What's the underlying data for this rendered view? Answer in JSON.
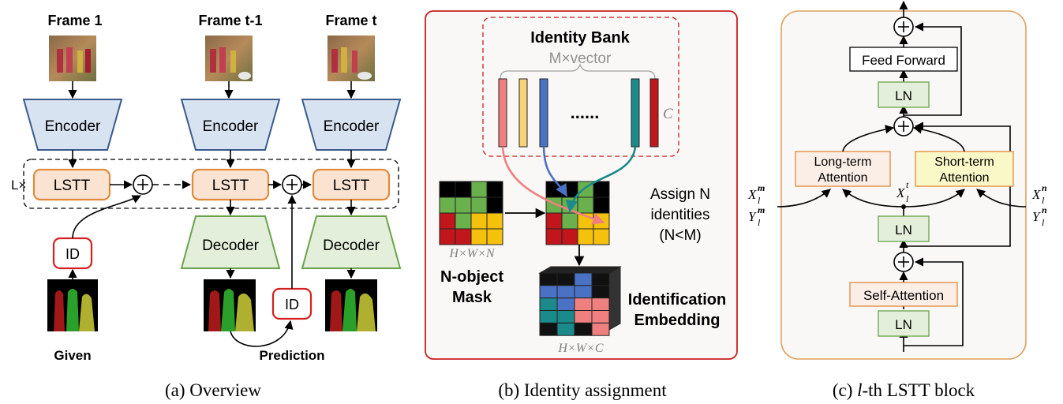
{
  "panel_a": {
    "frame_labels": [
      "Frame 1",
      "Frame t-1",
      "Frame t"
    ],
    "encoder_label": "Encoder",
    "decoder_label": "Decoder",
    "lstt_label": "LSTT",
    "layers_label": "L×",
    "id_label": "ID",
    "given_label": "Given",
    "prediction_label": "Prediction",
    "caption": "(a) Overview"
  },
  "panel_b": {
    "bank_title": "Identity Bank",
    "bank_size": "M×vector",
    "ellipsis": "......",
    "channel_symbol": "C",
    "assign_text": [
      "Assign N",
      "identities",
      "(N<M)"
    ],
    "mask_dims": "H×W×N",
    "mask_label": [
      "N-object",
      "Mask"
    ],
    "embedding_label": [
      "Identification",
      "Embedding"
    ],
    "embedding_dims": "H×W×C",
    "caption": "(b) Identity assignment",
    "vector_colors": [
      "#f08080",
      "#f7d27a",
      "#4a72c4",
      "#1a8a8a",
      "#c0161c"
    ]
  },
  "panel_c": {
    "feed_forward": "Feed Forward",
    "ln": "LN",
    "long_term": [
      "Long-term",
      "Attention"
    ],
    "short_term": [
      "Short-term",
      "Attention"
    ],
    "self_attention": "Self-Attention",
    "x_l_m": "X",
    "y_l_m": "Y",
    "x_l_n": "X",
    "y_l_n": "Y",
    "sub_l": "l",
    "sup_m": "m",
    "sup_n": "n",
    "sup_t": "t",
    "caption_prefix": "(c) ",
    "caption_l": "l",
    "caption_rest": "-th LSTT block"
  },
  "colors": {
    "encoder_fill": "#d8e3f2",
    "encoder_stroke": "#3a5a8c",
    "lstt_fill": "#fbe3d2",
    "lstt_stroke": "#e08a3c",
    "decoder_fill": "#e3efda",
    "decoder_stroke": "#6aa34a",
    "id_stroke": "#d42020",
    "panel_b_border": "#c81e1e",
    "panel_c_border": "#e0a060"
  }
}
